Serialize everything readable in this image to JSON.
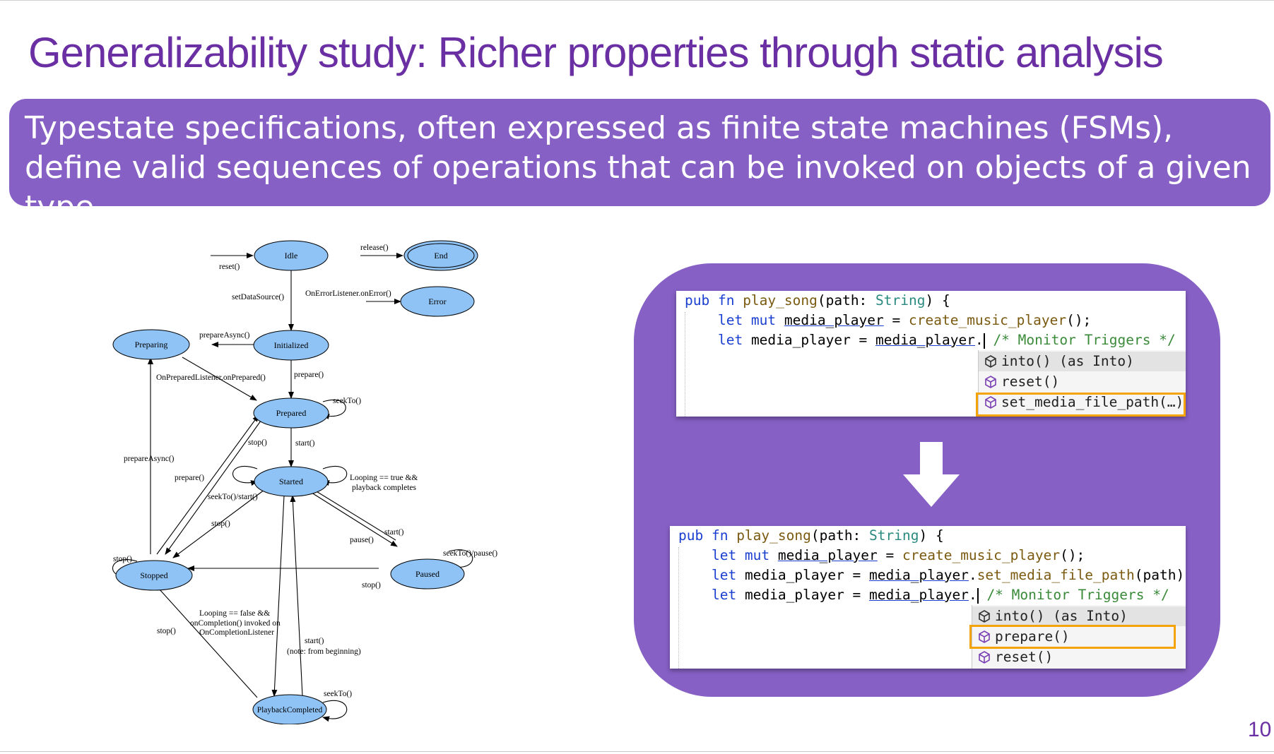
{
  "slide": {
    "title": "Generalizability study: Richer properties through static analysis",
    "callout": "Typestate specifications, often expressed as finite state machines (FSMs), define valid sequences of operations that can be invoked on objects of a given type.",
    "page_number": "10"
  },
  "fsm": {
    "states": {
      "idle": "Idle",
      "end": "End",
      "error": "Error",
      "preparing": "Preparing",
      "initialized": "Initialized",
      "prepared": "Prepared",
      "started": "Started",
      "stopped": "Stopped",
      "paused": "Paused",
      "playback_completed": "PlaybackCompleted"
    },
    "labels": {
      "reset": "reset()",
      "release": "release()",
      "set_data_source": "setDataSource()",
      "on_error": "OnErrorListener.onError()",
      "prepare_async": "prepareAsync()",
      "on_prepared": "OnPreparedListener.onPrepared()",
      "prepare": "prepare()",
      "seek_to": "seekTo()",
      "stop": "stop()",
      "start": "start()",
      "prepare_async_2": "prepareAsync()",
      "prepare_2": "prepare()",
      "looping_true_1": "Looping == true &&",
      "looping_true_2": "playback completes",
      "seek_start": "seekTo()/start()",
      "stop_2": "stop()",
      "start_2": "start()",
      "pause": "pause()",
      "seek_pause": "seekTo()/pause()",
      "stop_left": "stop()",
      "stop_paused": "stop()",
      "looping_false_1": "Looping == false &&",
      "looping_false_2": "onCompletion() invoked on",
      "looping_false_3": "OnCompletionListener",
      "stop_completed": "stop()",
      "start_begin_1": "start()",
      "start_begin_2": "(note: from beginning)",
      "seek_completed": "seekTo()"
    }
  },
  "code_before": {
    "line1": {
      "kw1": "pub fn ",
      "fn": "play_song",
      "p1": "(path: ",
      "ty": "String",
      "p2": ") {"
    },
    "line2": {
      "kw": "let mut ",
      "var": "media_player",
      "p": " = ",
      "fn": "create_music_player",
      "end": "();"
    },
    "line3": {
      "kw": "let ",
      "p1": "media_player = ",
      "var": "media_player",
      "dot": ".",
      "cm": "/* Monitor Triggers */"
    },
    "suggestions": [
      "into() (as Into)",
      "reset()",
      "set_media_file_path(…)"
    ]
  },
  "code_after": {
    "line1": {
      "kw1": "pub fn ",
      "fn": "play_song",
      "p1": "(path: ",
      "ty": "String",
      "p2": ") {"
    },
    "line2": {
      "kw": "let mut ",
      "var": "media_player",
      "p": " = ",
      "fn": "create_music_player",
      "end": "();"
    },
    "line3": {
      "kw": "let ",
      "p1": "media_player = ",
      "var": "media_player",
      "dot": ".",
      "fn": "set_media_file_path",
      "end": "(path);"
    },
    "line4": {
      "kw": "let ",
      "p1": "media_player = ",
      "var": "media_player",
      "dot": ".",
      "cm": "/* Monitor Triggers */"
    },
    "suggestions": [
      "into() (as Into)",
      "prepare()",
      "reset()"
    ]
  },
  "colors": {
    "title": "#6a2fa3",
    "callout_bg": "#8660c5",
    "state_fill": "#8fc3f5",
    "highlight": "#f5a300"
  }
}
